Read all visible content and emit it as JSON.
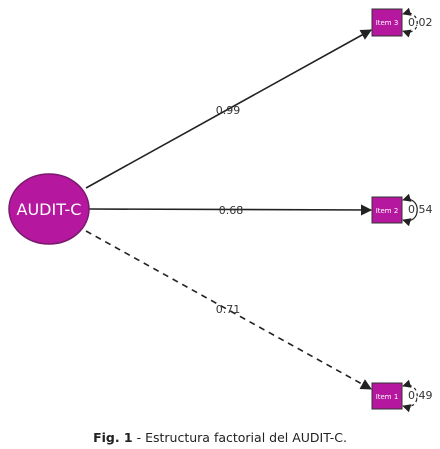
{
  "diagram": {
    "latent": {
      "label": "AUDIT-C"
    },
    "items": [
      {
        "label": "Item 3",
        "loading": "0.99",
        "residual": "0.02",
        "dashed": false
      },
      {
        "label": "Item 2",
        "loading": "0.68",
        "residual": "0.54",
        "dashed": false
      },
      {
        "label": "Item 1",
        "loading": "0.71",
        "residual": "0.49",
        "dashed": true
      }
    ],
    "colors": {
      "node_fill": "#b5179e",
      "node_stroke": "#7a1a6c",
      "edge": "#222222"
    }
  },
  "caption": {
    "prefix": "Fig. 1",
    "text": " - Estructura factorial del AUDIT-C."
  }
}
